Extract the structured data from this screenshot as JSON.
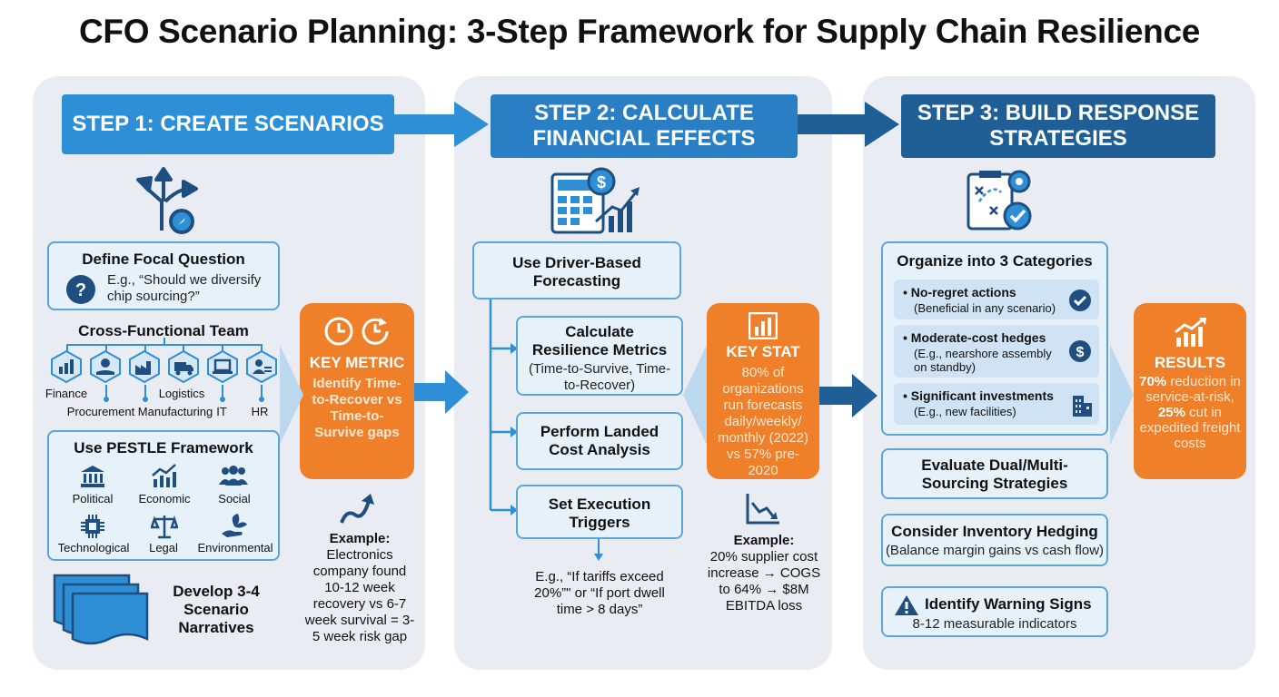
{
  "title": "CFO Scenario Planning: 3-Step Framework for Supply Chain Resilience",
  "colors": {
    "step1": "#2f8fd6",
    "step2": "#2a7fc4",
    "step3": "#1f5f95",
    "orange": "#f07f2a",
    "icon": "#1f4f80",
    "panel": "#e9edf3"
  },
  "step1": {
    "header": "STEP 1: CREATE SCENARIOS",
    "focal": {
      "title": "Define Focal Question",
      "text": "E.g., “Should we diversify chip sourcing?”"
    },
    "team": {
      "title": "Cross-Functional Team",
      "labels": [
        "Finance",
        "Procurement",
        "Logistics",
        "Manufacturing",
        "IT",
        "HR"
      ]
    },
    "pestle": {
      "title": "Use PESTLE Framework",
      "items": [
        "Political",
        "Economic",
        "Social",
        "Technological",
        "Legal",
        "Environmental"
      ]
    },
    "develop": "Develop 3-4 Scenario Narratives",
    "key_metric": {
      "title": "KEY METRIC",
      "text": "Identify Time-to-Recover vs Time-to-Survive gaps"
    },
    "example": {
      "label": "Example:",
      "text": "Electronics company found 10-12 week recovery vs 6-7 week survival = 3-5 week risk gap"
    }
  },
  "step2": {
    "header": "STEP 2: CALCULATE FINANCIAL EFFECTS",
    "driver": "Use Driver-Based Forecasting",
    "resilience": {
      "title": "Calculate Resilience Metrics",
      "text": "(Time-to-Survive, Time-to-Recover)"
    },
    "landed": "Perform Landed Cost Analysis",
    "triggers": "Set Execution Triggers",
    "trigger_example": "E.g., “If tariffs exceed 20%”\" or “If port dwell time > 8 days”",
    "key_stat": {
      "title": "KEY STAT",
      "text": "80% of organizations run forecasts daily/weekly/ monthly (2022) vs 57% pre-2020"
    },
    "example": {
      "label": "Example:",
      "text": "20% supplier cost increase → COGS to 64% → $8M EBITDA loss"
    }
  },
  "step3": {
    "header": "STEP 3: BUILD RESPONSE STRATEGIES",
    "organize": {
      "title": "Organize into 3 Categories",
      "items": [
        {
          "title": "No-regret actions",
          "text": "(Beneficial in any scenario)",
          "icon": "check-icon"
        },
        {
          "title": "Moderate-cost hedges",
          "text": "(E.g., nearshore assembly on standby)",
          "icon": "dollar-icon"
        },
        {
          "title": "Significant investments",
          "text": "(E.g., new facilities)",
          "icon": "building-icon"
        }
      ]
    },
    "dual": "Evaluate Dual/Multi-Sourcing Strategies",
    "inventory": {
      "title": "Consider Inventory Hedging",
      "text": "(Balance margin gains vs cash flow)"
    },
    "warning": {
      "title": "Identify Warning Signs",
      "text": "8-12 measurable indicators"
    },
    "results": {
      "title": "RESULTS",
      "line1_bold": "70%",
      "line1": " reduction in service-at-risk,",
      "line2_bold": "25%",
      "line2": " cut in expedited freight costs"
    }
  }
}
